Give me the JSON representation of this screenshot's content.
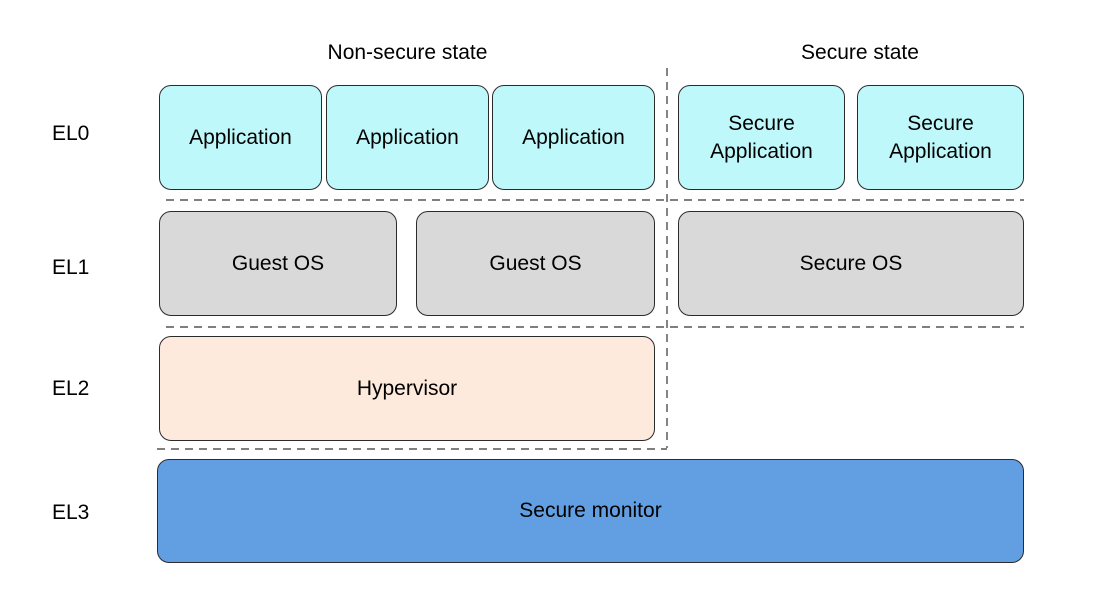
{
  "headers": {
    "non_secure": "Non-secure state",
    "secure": "Secure state"
  },
  "levels": {
    "el0": "EL0",
    "el1": "EL1",
    "el2": "EL2",
    "el3": "EL3"
  },
  "el0": {
    "non_secure_apps": [
      "Application",
      "Application",
      "Application"
    ],
    "secure_apps": [
      "Secure\nApplication",
      "Secure\nApplication"
    ]
  },
  "el1": {
    "guest_os": [
      "Guest OS",
      "Guest OS"
    ],
    "secure_os": "Secure OS"
  },
  "el2": {
    "hypervisor": "Hypervisor"
  },
  "el3": {
    "secure_monitor": "Secure monitor"
  },
  "colors": {
    "application": "#bff8fa",
    "os": "#d9d9d9",
    "hypervisor": "#fdeadc",
    "secure_monitor": "#629ee2",
    "border": "#2b2b2b"
  }
}
